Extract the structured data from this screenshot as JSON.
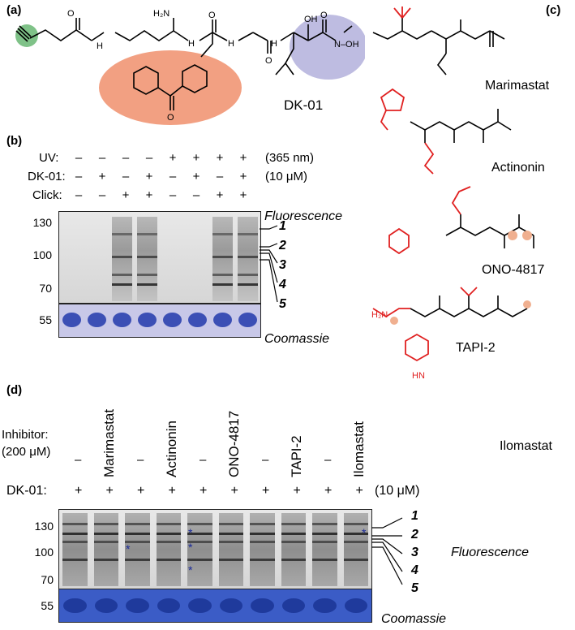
{
  "panels": {
    "a": "(a)",
    "b": "(b)",
    "c": "(c)",
    "d": "(d)"
  },
  "a": {
    "probe_name": "DK-01",
    "h2n_label": "H₂N",
    "oh_label": "OH",
    "nh_label": "H",
    "o_label": "O",
    "n_label": "N",
    "h_label": "H",
    "n_oh_label": "N–OH",
    "colors": {
      "alkyne": "#5fb36a",
      "photo": "#f08f6c",
      "hydroxamate": "#b3b0dc"
    }
  },
  "b": {
    "row_labels": [
      "UV:",
      "DK-01:",
      "Click:"
    ],
    "uv_marks": [
      "–",
      "–",
      "–",
      "–",
      "+",
      "+",
      "+",
      "+"
    ],
    "dk_marks": [
      "–",
      "+",
      "–",
      "+",
      "–",
      "+",
      "–",
      "+"
    ],
    "click_marks": [
      "–",
      "–",
      "+",
      "+",
      "–",
      "–",
      "+",
      "+"
    ],
    "uv_unit": "(365 nm)",
    "dk_unit": "(10 μM)",
    "mw_fluor": [
      "130",
      "100",
      "70"
    ],
    "mw_coom": "55",
    "fluorescence": "Fluorescence",
    "coomassie": "Coomassie",
    "bands": [
      "1",
      "2",
      "3",
      "4",
      "5"
    ]
  },
  "c": {
    "compounds": [
      "Marimastat",
      "Actinonin",
      "ONO-4817",
      "TAPI-2",
      "Ilomastat"
    ],
    "tapi_h2n": "H₂N",
    "ilomastat_hn": "HN"
  },
  "d": {
    "inhibitor_label": "Inhibitor:",
    "inhibitor_conc": "(200 μM)",
    "lane_headers": [
      "–",
      "Marimastat",
      "–",
      "Actinonin",
      "–",
      "ONO-4817",
      "–",
      "TAPI-2",
      "–",
      "Ilomastat"
    ],
    "dk_label": "DK-01:",
    "dk_marks": [
      "+",
      "+",
      "+",
      "+",
      "+",
      "+",
      "+",
      "+",
      "+",
      "+"
    ],
    "dk_unit": "(10 μM)",
    "mw_fluor": [
      "130",
      "100",
      "70"
    ],
    "mw_coom": "55",
    "fluorescence": "Fluorescence",
    "coomassie": "Coomassie",
    "bands": [
      "1",
      "2",
      "3",
      "4",
      "5"
    ],
    "asterisk": "*"
  }
}
